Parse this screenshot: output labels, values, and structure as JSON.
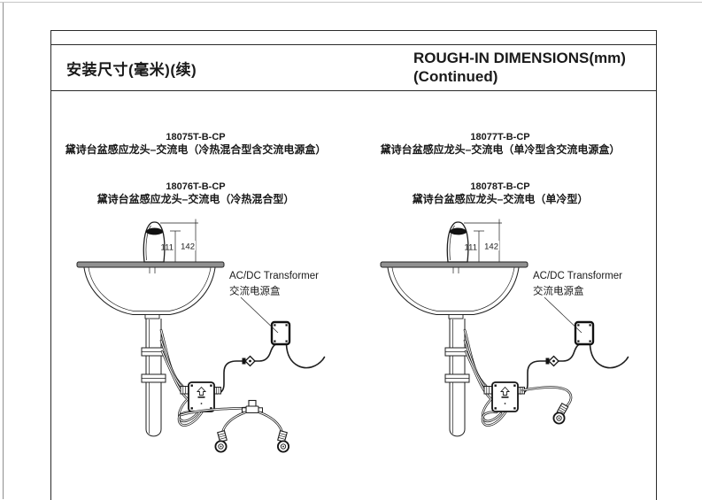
{
  "header": {
    "title_zh": "安装尺寸(毫米)(续)",
    "title_en_line1": "ROUGH-IN DIMENSIONS(mm)",
    "title_en_line2": "(Continued)"
  },
  "figures": [
    {
      "models": [
        {
          "code": "18075T-B-CP",
          "desc": "黛诗台盆感应龙头–交流电（冷热混合型含交流电源盒）"
        },
        {
          "code": "18076T-B-CP",
          "desc": "黛诗台盆感应龙头–交流电（冷热混合型）"
        }
      ],
      "dimensions": {
        "sensor_height_mm": "111",
        "spout_height_mm": "142"
      },
      "transformer": {
        "label_en": "AC/DC Transformer",
        "label_zh": "交流电源盒"
      }
    },
    {
      "models": [
        {
          "code": "18077T-B-CP",
          "desc": "黛诗台盆感应龙头–交流电（单冷型含交流电源盒）"
        },
        {
          "code": "18078T-B-CP",
          "desc": "黛诗台盆感应龙头–交流电（单冷型）"
        }
      ],
      "dimensions": {
        "sensor_height_mm": "111",
        "spout_height_mm": "142"
      },
      "transformer": {
        "label_en": "AC/DC Transformer",
        "label_zh": "交流电源盒"
      }
    }
  ]
}
